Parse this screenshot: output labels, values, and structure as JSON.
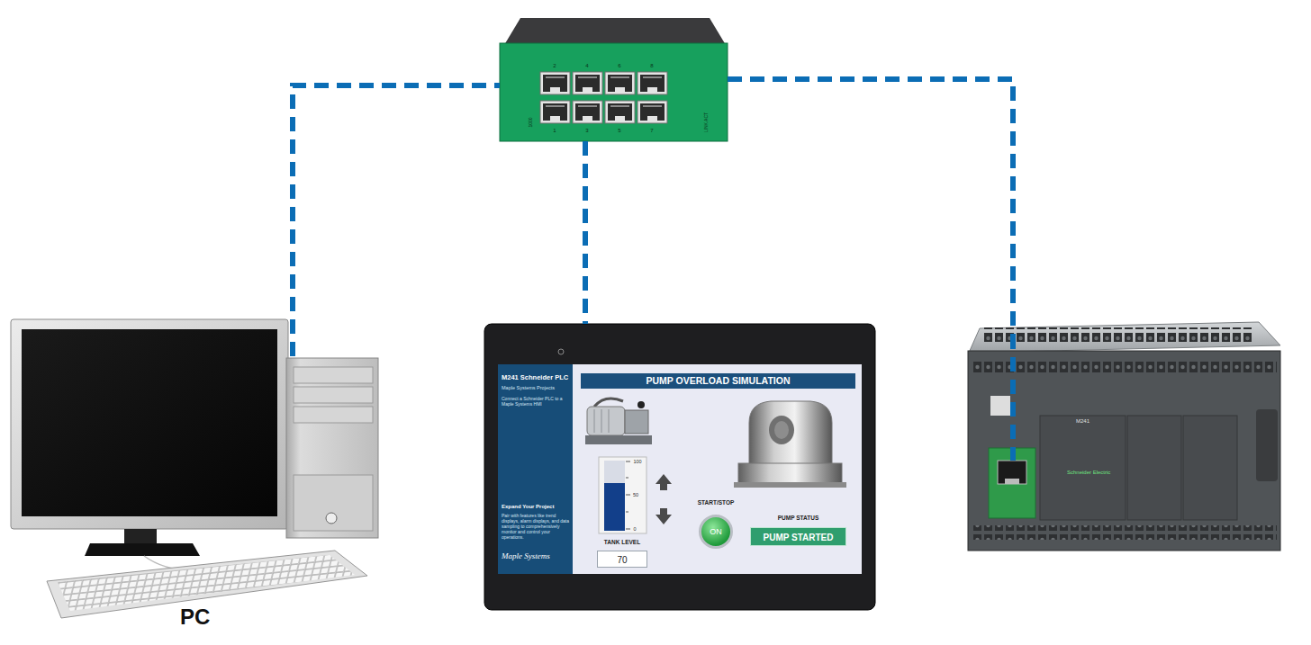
{
  "diagram": {
    "nodes": [
      {
        "text": [
          "1000",
          "LINK ACT"
        ]
      },
      {
        "text": [
          "PC"
        ]
      },
      {
        "text": [
          "PUMP OVERLOAD SIMULATION"
        ]
      },
      {
        "text": [
          "M241 Schneider PLC",
          "Maple Systems Projects",
          "Connect a Schneider PLC to a Maple Systems HMI",
          "Expand Your Project",
          "Pair with features like trend displays, alarm displays, and data sampling to comprehensively monitor and control your operations.",
          "Maple Systems"
        ],
        "in": 2
      },
      {
        "text": [
          "TANK LEVEL",
          "70"
        ],
        "in": 2
      },
      {
        "text": [
          "START/STOP",
          "ON"
        ],
        "in": 2
      },
      {
        "text": [
          "PUMP STATUS",
          "PUMP STARTED"
        ],
        "in": 2
      },
      {
        "text": [
          "M241",
          "Schneider Electric"
        ]
      }
    ],
    "edges": [
      {
        "from": 1,
        "to": 0,
        "arrow": "none"
      },
      {
        "from": 0,
        "to": 2,
        "arrow": "none"
      },
      {
        "from": 0,
        "to": 7,
        "arrow": "none"
      }
    ],
    "labels": [
      "2",
      "4",
      "6",
      "8",
      "1",
      "3",
      "5",
      "7",
      "100",
      "50",
      "0"
    ]
  }
}
